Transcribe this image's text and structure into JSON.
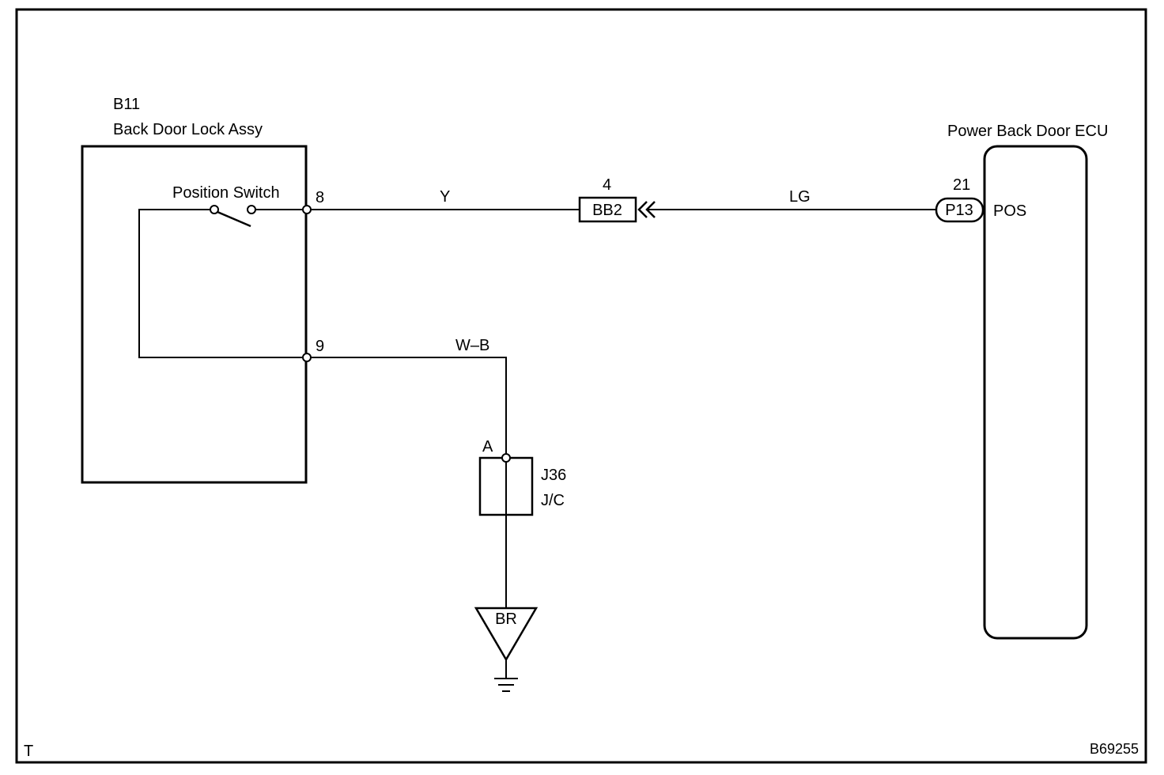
{
  "colors": {
    "line": "#000000",
    "background": "#ffffff"
  },
  "lock_assy": {
    "code": "B11",
    "name": "Back Door Lock Assy",
    "switch_label": "Position Switch",
    "pin_top": "8",
    "pin_bottom": "9"
  },
  "wires": {
    "y": "Y",
    "lg": "LG",
    "wb": "W–B"
  },
  "connector_bb2": {
    "pin": "4",
    "code": "BB2"
  },
  "ecu": {
    "name": "Power Back Door ECU",
    "pin": "21",
    "connector": "P13",
    "terminal": "POS"
  },
  "junction": {
    "node": "A",
    "code": "J36",
    "type": "J/C"
  },
  "ground_point": {
    "code": "BR"
  },
  "corner_mark": "T",
  "figure_code": "B69255"
}
